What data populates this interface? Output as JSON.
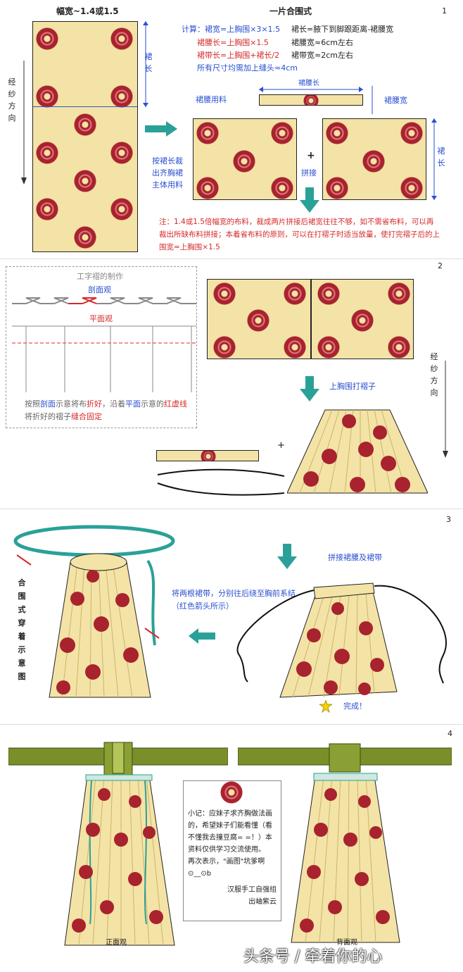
{
  "section1": {
    "number": "1",
    "title": "一片合围式",
    "width_label": "幅宽~1.4或1.5",
    "skirt_length_label": "裙长",
    "grain_label": "经纱方向",
    "calc_lines": [
      "计算：裙宽=上胸围×3×1.5",
      "裙腰长=上胸围×1.5",
      "裙带长=上胸围+裙长/2",
      "所有尺寸均需加上缝头≈4cm"
    ],
    "calc_right": [
      "裙长=腋下到脚跟距离-裙腰宽",
      "裙腰宽≈6cm左右",
      "裙带宽≈2cm左右"
    ],
    "waist_material": "裙腰用料",
    "waist_length": "裙腰长",
    "waist_width": "裙腰宽",
    "cut_note": "按裙长裁出齐胸裙主体用料",
    "plus": "+",
    "join": "拼接",
    "note": "注：1.4或1.5倍幅宽的布料，裁成两片拼接后裙宽往往不够，如不需省布料，可以再裁出所缺布料拼接；本着省布料的原则，可以在打褶子时适当放量，使打完褶子后的上围宽=上胸围×1.5"
  },
  "section2": {
    "number": "2",
    "pleat_title": "工字褶的制作",
    "section_view": "剖面观",
    "plane_view": "平面观",
    "instructions_parts": [
      "按照",
      "剖面",
      "示意将布",
      "折好",
      "，沿着",
      "平面",
      "示意的",
      "红虚线",
      "将折好的褶子",
      "缝合固定"
    ],
    "grain_label": "经纱方向",
    "pleat_label": "上胸围打褶子",
    "plus": "+"
  },
  "section3": {
    "number": "3",
    "join_label": "拼接裙腰及裙带",
    "tie_note": "将两根裙带，分别往后绕至胸前系结（红色箭头所示）",
    "side_label": "合围式穿着示意图",
    "done_label": "完成！"
  },
  "section4": {
    "number": "4",
    "front_view": "正面观",
    "back_view": "背面观",
    "memo_lines": [
      "小记：应妹子求齐胸做法画",
      "的，希望妹子们能看懂（看",
      "不懂我去撞豆腐= =！）本",
      "资料仅供学习交流使用。",
      "再次表示，\"画图\"坑爹啊",
      "⊙__⊙b"
    ],
    "credit1": "汉服手工自强组",
    "credit2": "出岫紫云"
  },
  "watermark": "头条号 / 牵着你的心",
  "colors": {
    "fabric": "#f4e3a6",
    "flower": "#a8232e",
    "blue": "#2a4fd0",
    "red": "#d62b2b",
    "teal": "#2aa198",
    "green": "#7a8f2a"
  }
}
